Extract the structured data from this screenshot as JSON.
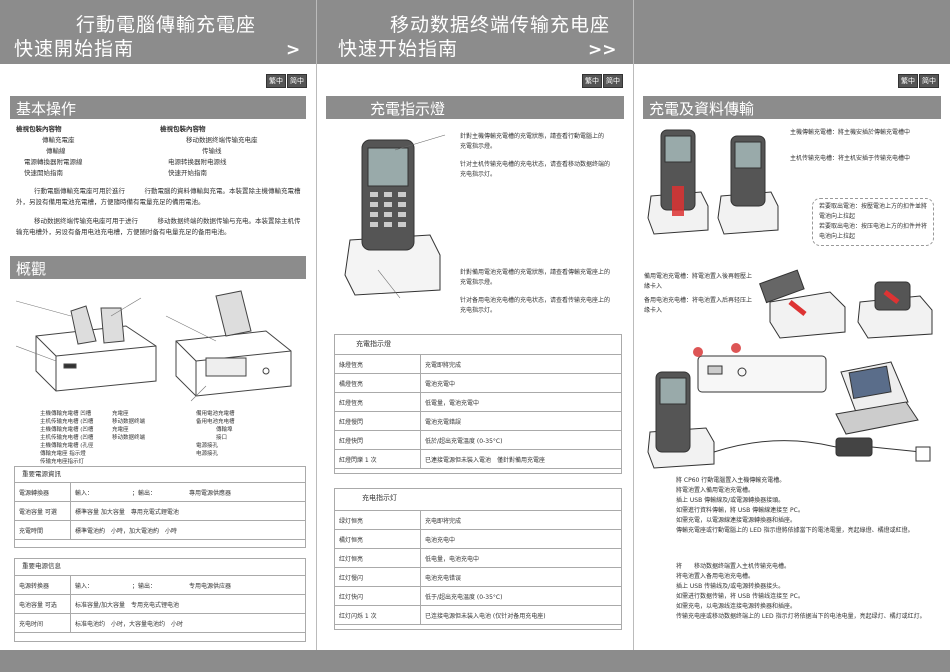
{
  "header": {
    "left_title_1": "行動電腦傳輸充電座",
    "left_title_2": "快速開始指南",
    "left_arrow": ">",
    "mid_title_1": "移动数据终端传输充电座",
    "mid_title_2": "快速开始指南",
    "mid_arrow": ">>"
  },
  "lang_badges": {
    "trad": "繁中",
    "simp": "简中"
  },
  "sections": {
    "basic": "基本操作",
    "overview": "概觀",
    "indicator": "充電指示燈",
    "charging": "充電及資料傳輸"
  },
  "basic": {
    "check_trad": "檢視包裝內容物",
    "check_simp": "檢視包裝內容物",
    "items_trad": [
      "傳輸充電座",
      "傳輸線",
      "電源轉換器附電源線",
      "快速開始指南"
    ],
    "items_simp": [
      "移动数据终端传输充电座",
      "传输线",
      "电源转换器附电源线",
      "快速开始指南"
    ],
    "para_trad": "行動電腦傳輸充電座可用於進行　　　行動電腦的資料傳輸與充電。本裝置除主機傳輸充電槽外，另設有備用電池充電槽，方便隨時備有電量充足的備用電池。",
    "para_simp": "移动数据终端传输充电座可用于进行　　　移动数据终端的数据传输与充电。本装置除主机传输充电槽外，另设有备用电池充电槽，方便随时备有电量充足的备用电池。"
  },
  "overview": {
    "labels_left": [
      "主機傳輸充電槽 凹槽",
      "主机传输充电槽 (凹槽",
      "主機傳輸充電槽 (凹槽",
      "主机传输充电槽 (凹槽",
      "主機傳輸充電槽 (孔徑",
      "傳輸充電座 指示燈",
      "传输充电座指示灯"
    ],
    "labels_mid": [
      "充電座",
      "移动数据终端",
      "充電座",
      "移动数据终端"
    ],
    "labels_right": [
      "備用電池充電槽",
      "备用电池充电槽",
      "傳輸埠",
      "接口",
      "電源接孔",
      "电源接孔"
    ]
  },
  "spec_trad": {
    "caption": "重要電源資訊",
    "rows": [
      {
        "k": "電源轉換器",
        "v": "輸入：　　　　　　　；輸出：　　　　　　專用電源供應器"
      },
      {
        "k": "電池容量 可選",
        "v": "標準容量 加大容量　專用充電式鋰電池"
      },
      {
        "k": "充電時間",
        "v": "標準電池約　小時，加大電池約　小時"
      }
    ]
  },
  "spec_simp": {
    "caption": "重要电源信息",
    "rows": [
      {
        "k": "电源转换器",
        "v": "输入：　　　　　　　；输出：　　　　　　专用电源供应器"
      },
      {
        "k": "电池容量 可选",
        "v": "标准容量/加大容量　专用充电式锂电池"
      },
      {
        "k": "充电时间",
        "v": "标准电池约　小时，大容量电池约　小时"
      }
    ]
  },
  "indicator": {
    "note1_trad": "針對主機傳輸充電槽的充電狀態，請查看行動電腦上的　　充電指示燈。",
    "note1_simp": "针对主机传输充电槽的充电状态，请查看移动数据终端的　　充电指示灯。",
    "note2_trad": "針對備用電池充電槽的充電狀態，請查看傳輸充電座上的　　充電指示燈。",
    "note2_simp": "针对备用电池充电槽的充电状态，请查看传输充电座上的　　充电指示灯。",
    "table_trad_title": "充電指示燈",
    "table_trad": [
      [
        "綠燈恆亮",
        "充電即將完成"
      ],
      [
        "橘燈恆亮",
        "電池充電中"
      ],
      [
        "紅燈恆亮",
        "低電量，電池充電中"
      ],
      [
        "紅燈慢閃",
        "電池充電錯誤"
      ],
      [
        "紅燈快閃",
        "低於/超出充電溫度 (0-35°C)"
      ],
      [
        "紅燈閃爍 1 次",
        "已連接電源但未裝入電池　僅針對備用充電座"
      ]
    ],
    "table_simp_title": "充电指示灯",
    "table_simp": [
      [
        "绿灯恒亮",
        "充电即将完成"
      ],
      [
        "橘灯恒亮",
        "电池充电中"
      ],
      [
        "红灯恒亮",
        "低电量，电池充电中"
      ],
      [
        "红灯慢闪",
        "电池充电错误"
      ],
      [
        "红灯快闪",
        "低于/超出充电温度 (0-35°C)"
      ],
      [
        "红灯闪烁 1 次",
        "已连接电源但未装入电池 (仅针对备用充电座)"
      ]
    ]
  },
  "charging": {
    "host_trad": "主機傳輸充電槽：將主機安插於傳輸充電槽中",
    "host_simp": "主机传输充电槽：将主机安插于传输充电槽中",
    "bubble_trad": "若要取出電池：按壓電池上方的扣件並將電池向上拉起",
    "bubble_simp": "若要取出电池：按压电池上方的扣件并将电池向上拉起",
    "spare_trad": "備用電池充電槽：將電池置入後再輕壓上緣卡入",
    "spare_simp": "备用电池充电槽：将电池置入后再轻压上缘卡入",
    "steps_trad": [
      "將 CP60 行動電腦置入主機傳輸充電槽。",
      "將電池置入備用電池充電槽。",
      "插上 USB 傳輸線及/或電源轉換器接頭。",
      "如需進行資料傳輸，將 USB 傳輸線連接至 PC。",
      "如需充電，以電源線連接電源轉換器和插座。",
      "傳輸充電座或行動電腦上的 LED 指示燈將依據當下的電池電量，亮起綠燈、橘燈或紅燈。"
    ],
    "steps_simp": [
      "将　　移动数据终端置入主机传输充电槽。",
      "将电池置入备用电池充电槽。",
      "插上 USB 传输线及/或电源转换器接头。",
      "如需进行数据传输，将 USB 传输线连接至 PC。",
      "如需充电，以电源线连接电源转换器和插座。",
      "传输充电座或移动数据终端上的 LED 指示灯将依据当下的电池电量，亮起绿灯、橘灯或红灯。"
    ]
  }
}
